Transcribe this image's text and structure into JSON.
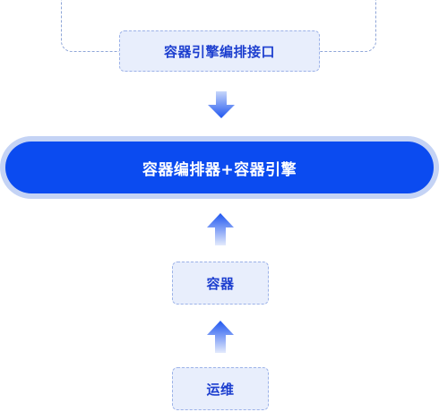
{
  "diagram": {
    "nodes": {
      "engine_api": {
        "label": "容器引擎编排接口"
      },
      "orchestrator_engine": {
        "label": "容器编排器+容器引擎"
      },
      "container": {
        "label": "容器"
      },
      "ops": {
        "label": "运维"
      }
    },
    "icons": {
      "arrow_down": "arrow-down-icon",
      "arrow_up": "arrow-up-icon"
    },
    "colors": {
      "primary": "#0b4bf0",
      "primary_halo": "#c4d3f5",
      "node_fill": "#e8eefc",
      "node_border": "#9cb2e8",
      "node_text": "#1d3fcf",
      "arrow_light": "#b9cbf7",
      "arrow_dark": "#1f56f0"
    }
  }
}
